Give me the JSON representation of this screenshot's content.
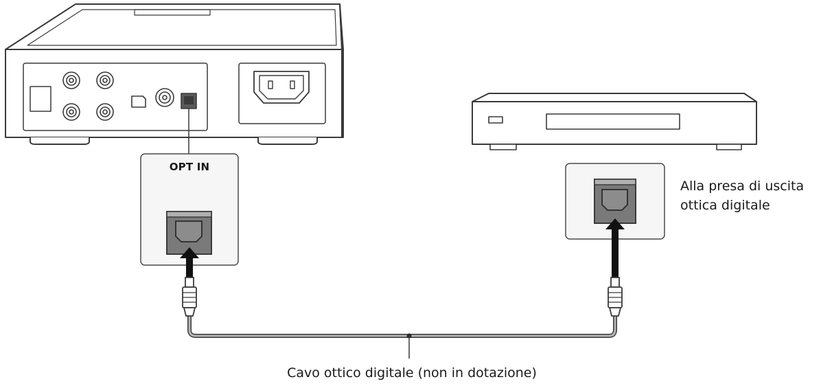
{
  "labels": {
    "opt_in": "OPT IN",
    "output_jack_line1": "Alla presa di uscita",
    "output_jack_line2": "ottica digitale",
    "cable": "Cavo ottico digitale (non in dotazione)"
  },
  "colors": {
    "line": "#2b2b2b",
    "outline": "#3a3a3a",
    "panel_fill": "#f6f6f6",
    "device_fill": "#ffffff",
    "jack_fill": "#7a7a7a",
    "cable_inner": "#b5b5b5"
  }
}
